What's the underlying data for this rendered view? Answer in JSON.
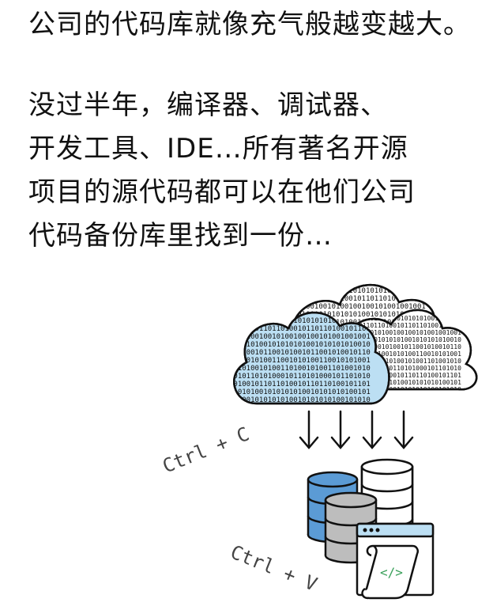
{
  "paragraph1": {
    "line1": "公司的代码库就像充气般越变越大。"
  },
  "paragraph2": {
    "line1": "没过半年，编译器、调试器、",
    "line2": "开发工具、IDE…所有著名开源",
    "line3": "项目的源代码都可以在他们公司",
    "line4": "代码备份库里找到一份…"
  },
  "illustration": {
    "copy_label": "Ctrl + C",
    "paste_label": "Ctrl + V",
    "code_tag": "</>",
    "binary_rows": [
      "01001010101",
      "10100101101",
      "01001001001",
      "10101010010",
      "01010010110",
      "10010101001",
      "01101001010",
      "00101101010",
      "10100101101",
      "01010100101",
      "10100101010"
    ],
    "colors": {
      "cloud_blue": "#bcdff3",
      "db_blue": "#5b9bd5",
      "db_gray": "#bdbdbd",
      "db_white": "#ffffff",
      "outline": "#111111",
      "label_gray": "#444444",
      "code_green": "#3aa05a"
    }
  }
}
